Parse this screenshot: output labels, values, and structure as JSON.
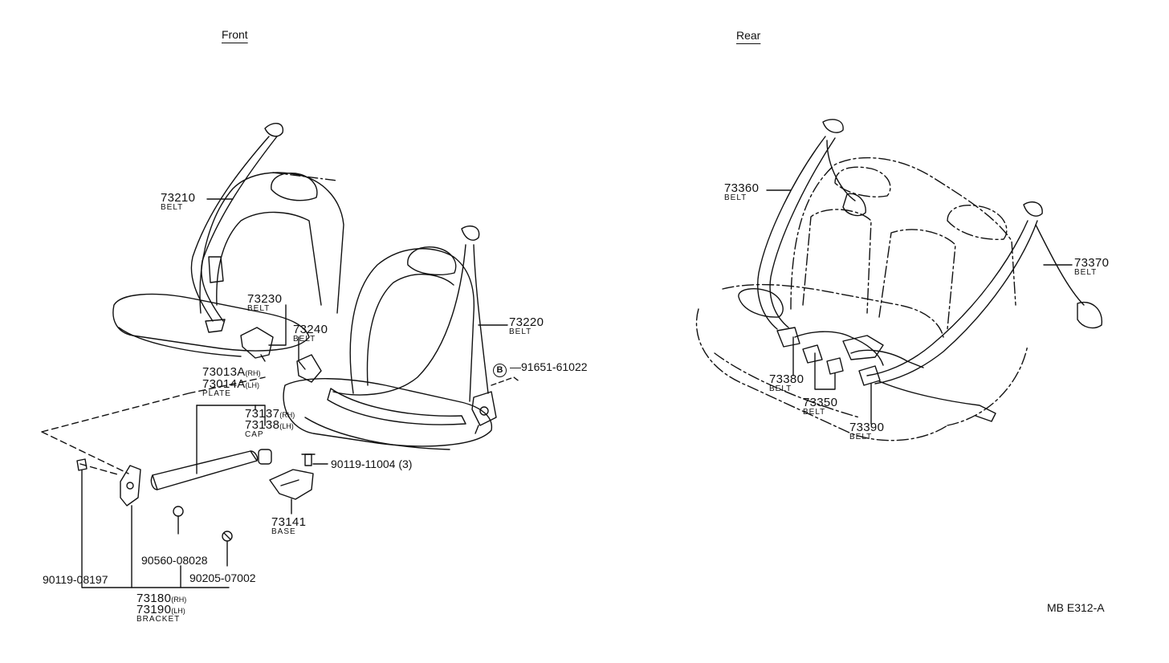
{
  "sections": {
    "front": "Front",
    "rear": "Rear"
  },
  "diagram_code": "MB E312-A",
  "bolt_marker": "B",
  "parts": {
    "p73210": {
      "number": "73210",
      "name": "BELT"
    },
    "p73230": {
      "number": "73230",
      "name": "BELT"
    },
    "p73240": {
      "number": "73240",
      "name": "BELT"
    },
    "p73220": {
      "number": "73220",
      "name": "BELT"
    },
    "p91651": {
      "number": "91651-61022"
    },
    "p73013": {
      "number": "73013A",
      "side": "(RH)"
    },
    "p73014": {
      "number": "73014A",
      "side": "(LH)",
      "name": "PLATE"
    },
    "p73137": {
      "number": "73137",
      "side": "(RH)"
    },
    "p73138": {
      "number": "73138",
      "side": "(LH)",
      "name": "CAP"
    },
    "p90119_11004": {
      "number": "90119-11004",
      "qty": "(3)"
    },
    "p73141": {
      "number": "73141",
      "name": "BASE"
    },
    "p90560": {
      "number": "90560-08028"
    },
    "p90205": {
      "number": "90205-07002"
    },
    "p90119_08197": {
      "number": "90119-08197"
    },
    "p73180": {
      "number": "73180",
      "side": "(RH)"
    },
    "p73190": {
      "number": "73190",
      "side": "(LH)",
      "name": "BRACKET"
    },
    "p73360": {
      "number": "73360",
      "name": "BELT"
    },
    "p73370": {
      "number": "73370",
      "name": "BELT"
    },
    "p73380": {
      "number": "73380",
      "name": "BELT"
    },
    "p73350": {
      "number": "73350",
      "name": "BELT"
    },
    "p73390": {
      "number": "73390",
      "name": "BELT"
    }
  }
}
